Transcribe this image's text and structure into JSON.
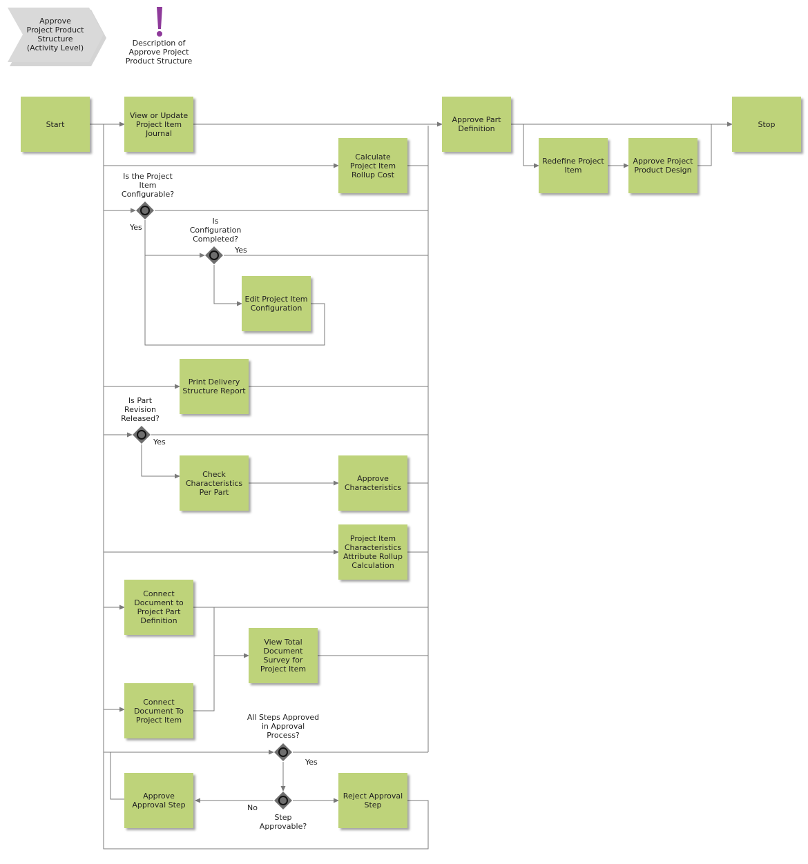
{
  "process": {
    "title_chevron": "Approve\nProject Product\nStructure\n(Activity Level)",
    "description": "Description of\nApprove Project\nProduct Structure",
    "description_icon": "exclamation-icon"
  },
  "colors": {
    "activity_fill": "#bed37a",
    "connector": "#7a7a7a",
    "gateway": "#6e6e6e",
    "chevron": "#d9d9d9",
    "exclamation": "#8e3a9a"
  },
  "activities": {
    "start": "Start",
    "view_update_journal": "View or Update\nProject Item\nJournal",
    "calculate_rollup": "Calculate\nProject Item\nRollup Cost",
    "approve_part_definition": "Approve Part\nDefinition",
    "redefine_project_item": "Redefine Project\nItem",
    "approve_product_design": "Approve Project\nProduct Design",
    "stop": "Stop",
    "edit_configuration": "Edit Project Item\nConfiguration",
    "print_delivery_report": "Print Delivery\nStructure Report",
    "check_characteristics": "Check\nCharacteristics\nPer Part",
    "approve_characteristics": "Approve\nCharacteristics",
    "characteristics_rollup": "Project Item\nCharacteristics\nAttribute Rollup\nCalculation",
    "connect_doc_part_def": "Connect\nDocument to\nProject Part\nDefinition",
    "view_total_document_survey": "View Total\nDocument\nSurvey for\nProject Item",
    "connect_doc_project_item": "Connect\nDocument To\nProject Item",
    "approve_approval_step": "Approve\nApproval Step",
    "reject_approval_step": "Reject Approval\nStep"
  },
  "gateways": {
    "configurable": "Is the Project\nItem\nConfigurable?",
    "configuration_completed": "Is\nConfiguration\nCompleted?",
    "part_revision_released": "Is Part\nRevision\nReleased?",
    "all_steps_approved": "All Steps Approved\nin Approval\nProcess?",
    "step_approvable": "Step\nApprovable?"
  },
  "branch_labels": {
    "yes": "Yes",
    "no": "No"
  }
}
